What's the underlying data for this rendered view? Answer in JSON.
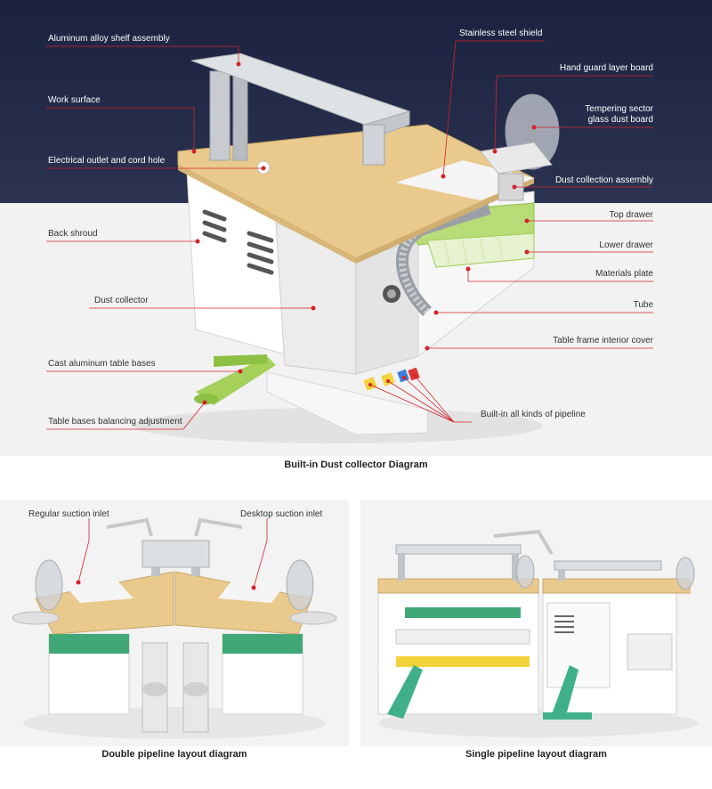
{
  "main_diagram": {
    "caption": "Built-in Dust collector Diagram",
    "labels_left": [
      "Aluminum alloy shelf assembly",
      "Work surface",
      "Electrical outlet and cord hole",
      "Back shroud",
      "Dust collector",
      "Cast aluminum table bases",
      "Table bases balancing adjustment"
    ],
    "labels_right": [
      "Stainless steel shield",
      "Hand guard layer board",
      "Tempering sector",
      "glass dust board",
      "Dust collection assembly",
      "Top drawer",
      "Lower drawer",
      "Materials plate",
      "Tube",
      "Table frame interior cover",
      "Built-in all kinds of pipeline"
    ]
  },
  "double_diagram": {
    "caption": "Double pipeline layout diagram",
    "labels": [
      "Regular suction inlet",
      "Desktop suction inlet"
    ]
  },
  "single_diagram": {
    "caption": "Single pipeline layout diagram"
  },
  "colors": {
    "top_background": "#1f2742",
    "marker_red": "#d2232a",
    "wood": "#e8c98a",
    "accent_green": "#9ccc4f",
    "teal_base": "#3fb08a"
  }
}
